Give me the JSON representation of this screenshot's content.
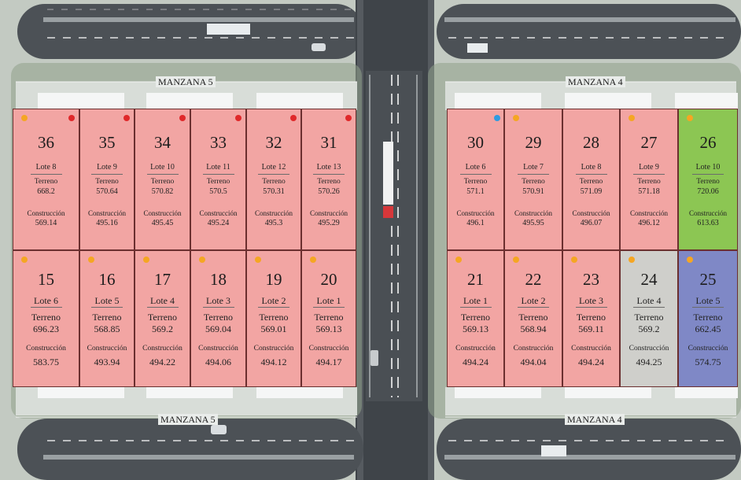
{
  "blocks": {
    "manzana5_top": "MANZANA 5",
    "manzana5_bottom": "MANZANA 5",
    "manzana4_top": "MANZANA 4",
    "manzana4_bottom": "MANZANA 4"
  },
  "labels": {
    "terreno": "Terreno",
    "construccion": "Construcción"
  },
  "status_colors": {
    "available": "#f2a5a3",
    "green": "#8cc653",
    "gray": "#cfcfcb",
    "blue": "#7f88c6"
  },
  "marker_colors": {
    "red": "#e0282a",
    "orange": "#f5a623",
    "blue": "#2f9be0"
  },
  "lots": [
    {
      "id": "36",
      "lote": "Lote 8",
      "terreno": "668.2",
      "construccion": "569.14",
      "status": "available",
      "markers": [
        "orange",
        "red"
      ]
    },
    {
      "id": "35",
      "lote": "Lote 9",
      "terreno": "570.64",
      "construccion": "495.16",
      "status": "available",
      "markers": [
        "red"
      ]
    },
    {
      "id": "34",
      "lote": "Lote 10",
      "terreno": "570.82",
      "construccion": "495.45",
      "status": "available",
      "markers": [
        "red"
      ]
    },
    {
      "id": "33",
      "lote": "Lote 11",
      "terreno": "570.5",
      "construccion": "495.24",
      "status": "available",
      "markers": [
        "red"
      ]
    },
    {
      "id": "32",
      "lote": "Lote 12",
      "terreno": "570.31",
      "construccion": "495.3",
      "status": "available",
      "markers": [
        "red"
      ]
    },
    {
      "id": "31",
      "lote": "Lote 13",
      "terreno": "570.26",
      "construccion": "495.29",
      "status": "available",
      "markers": [
        "red"
      ]
    },
    {
      "id": "15",
      "lote": "Lote 6",
      "terreno": "696.23",
      "construccion": "583.75",
      "status": "available",
      "markers": [
        "orange"
      ]
    },
    {
      "id": "16",
      "lote": "Lote 5",
      "terreno": "568.85",
      "construccion": "493.94",
      "status": "available",
      "markers": [
        "orange"
      ]
    },
    {
      "id": "17",
      "lote": "Lote 4",
      "terreno": "569.2",
      "construccion": "494.22",
      "status": "available",
      "markers": [
        "orange"
      ]
    },
    {
      "id": "18",
      "lote": "Lote 3",
      "terreno": "569.04",
      "construccion": "494.06",
      "status": "available",
      "markers": [
        "orange"
      ]
    },
    {
      "id": "19",
      "lote": "Lote 2",
      "terreno": "569.01",
      "construccion": "494.12",
      "status": "available",
      "markers": [
        "orange"
      ]
    },
    {
      "id": "20",
      "lote": "Lote 1",
      "terreno": "569.13",
      "construccion": "494.17",
      "status": "available",
      "markers": [
        "orange"
      ]
    },
    {
      "id": "30",
      "lote": "Lote 6",
      "terreno": "571.1",
      "construccion": "496.1",
      "status": "available",
      "markers": [
        "blue"
      ]
    },
    {
      "id": "29",
      "lote": "Lote 7",
      "terreno": "570.91",
      "construccion": "495.95",
      "status": "available",
      "markers": [
        "orange"
      ]
    },
    {
      "id": "28",
      "lote": "Lote 8",
      "terreno": "571.09",
      "construccion": "496.07",
      "status": "available",
      "markers": []
    },
    {
      "id": "27",
      "lote": "Lote 9",
      "terreno": "571.18",
      "construccion": "496.12",
      "status": "available",
      "markers": [
        "orange"
      ]
    },
    {
      "id": "26",
      "lote": "Lote 10",
      "terreno": "720.06",
      "construccion": "613.63",
      "status": "green",
      "markers": [
        "orange"
      ]
    },
    {
      "id": "21",
      "lote": "Lote 1",
      "terreno": "569.13",
      "construccion": "494.24",
      "status": "available",
      "markers": [
        "orange"
      ]
    },
    {
      "id": "22",
      "lote": "Lote 2",
      "terreno": "568.94",
      "construccion": "494.04",
      "status": "available",
      "markers": [
        "orange"
      ]
    },
    {
      "id": "23",
      "lote": "Lote 3",
      "terreno": "569.11",
      "construccion": "494.24",
      "status": "available",
      "markers": [
        "orange"
      ]
    },
    {
      "id": "24",
      "lote": "Lote 4",
      "terreno": "569.2",
      "construccion": "494.25",
      "status": "gray",
      "markers": [
        "orange"
      ]
    },
    {
      "id": "25",
      "lote": "Lote 5",
      "terreno": "662.45",
      "construccion": "574.75",
      "status": "blue",
      "markers": [
        "orange"
      ]
    }
  ]
}
